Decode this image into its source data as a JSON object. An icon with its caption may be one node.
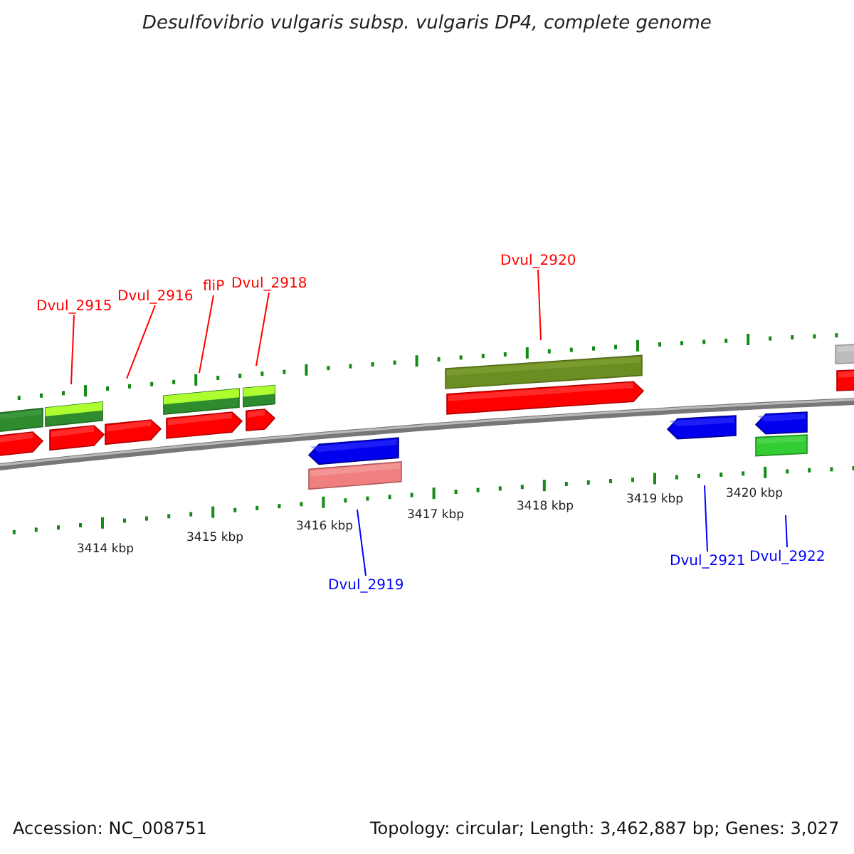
{
  "diagram": {
    "title": "Desulfovibrio vulgaris subsp. vulgaris DP4, complete genome",
    "nodes": [
      {
        "text": [
          "Dvul_2915"
        ]
      },
      {
        "text": [
          "Dvul_2916"
        ]
      },
      {
        "text": [
          "fliP"
        ]
      },
      {
        "text": [
          "Dvul_2918"
        ]
      },
      {
        "text": [
          "Dvul_2920"
        ]
      },
      {
        "text": [
          "Dvul_2919"
        ]
      },
      {
        "text": [
          "Dvul_2921"
        ]
      },
      {
        "text": [
          "Dvul_2922"
        ]
      }
    ],
    "edges": [
      {
        "from": 0,
        "to": null,
        "arrow": "none"
      },
      {
        "from": 1,
        "to": null,
        "arrow": "none"
      },
      {
        "from": 2,
        "to": null,
        "arrow": "none"
      },
      {
        "from": 3,
        "to": null,
        "arrow": "none"
      },
      {
        "from": 4,
        "to": null,
        "arrow": "none"
      },
      {
        "from": 5,
        "to": null,
        "arrow": "none",
        "color": "#0000ff"
      },
      {
        "from": 6,
        "to": null,
        "arrow": "none",
        "color": "#0000ff"
      },
      {
        "from": 7,
        "to": null,
        "arrow": "none",
        "color": "#0000ff"
      }
    ],
    "labels": [
      "3414 kbp",
      "3415 kbp",
      "3416 kbp",
      "3417 kbp",
      "3418 kbp",
      "3419 kbp",
      "3420 kbp",
      "Accession: NC_008751",
      "Topology: circular; Length: 3,462,887 bp; Genes: 3,027"
    ]
  }
}
